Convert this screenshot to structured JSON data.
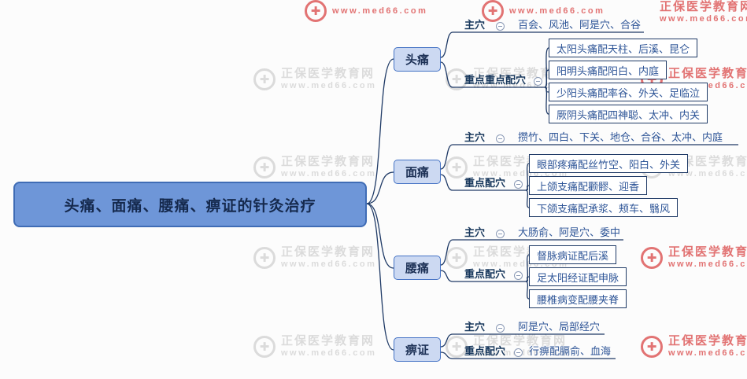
{
  "watermark": {
    "name": "正保医学教育网",
    "url": "www.med66.com"
  },
  "root": {
    "title": "头痛、面痛、腰痛、痹证的针灸治疗"
  },
  "branches": [
    {
      "label": "头痛",
      "groups": [
        {
          "label": "主穴",
          "inline_value": "百会、风池、阿是穴、合谷"
        },
        {
          "label": "重点重点配穴",
          "items": [
            "太阳头痛配天柱、后溪、昆仑",
            "阳明头痛配阳白、内庭",
            "少阳头痛配率谷、外关、足临泣",
            "厥阴头痛配四神聪、太冲、内关"
          ]
        }
      ]
    },
    {
      "label": "面痛",
      "groups": [
        {
          "label": "主穴",
          "inline_value": "攒竹、四白、下关、地仓、合谷、太冲、内庭"
        },
        {
          "label": "重点配穴",
          "items": [
            "眼部疼痛配丝竹空、阳白、外关",
            "上颌支痛配颧髎、迎香",
            "下颌支痛配承浆、颊车、翳风"
          ]
        }
      ]
    },
    {
      "label": "腰痛",
      "groups": [
        {
          "label": "主穴",
          "inline_value": "大肠俞、阿是穴、委中"
        },
        {
          "label": "重点配穴",
          "items": [
            "督脉病证配后溪",
            "足太阳经证配申脉",
            "腰椎病变配腰夹脊"
          ]
        }
      ]
    },
    {
      "label": "痹证",
      "groups": [
        {
          "label": "主穴",
          "inline_value": "阿是穴、局部经穴"
        },
        {
          "label": "重点配穴",
          "inline_value": "行痹配膈俞、血海"
        }
      ]
    }
  ],
  "icons": {
    "collapse": "minus-circle",
    "logo": "med66-circle-cross",
    "logo_glyph": "✚"
  },
  "colors": {
    "root_fill": "#6e96d8",
    "root_border": "#3f6cb5",
    "branch_fill": "#ccd9f2",
    "branch_border": "#4472c4",
    "line": "#1f3a66",
    "leaf_text": "#2e5597",
    "watermark_red": "#db5050",
    "watermark_gray": "#bdbdbd"
  }
}
